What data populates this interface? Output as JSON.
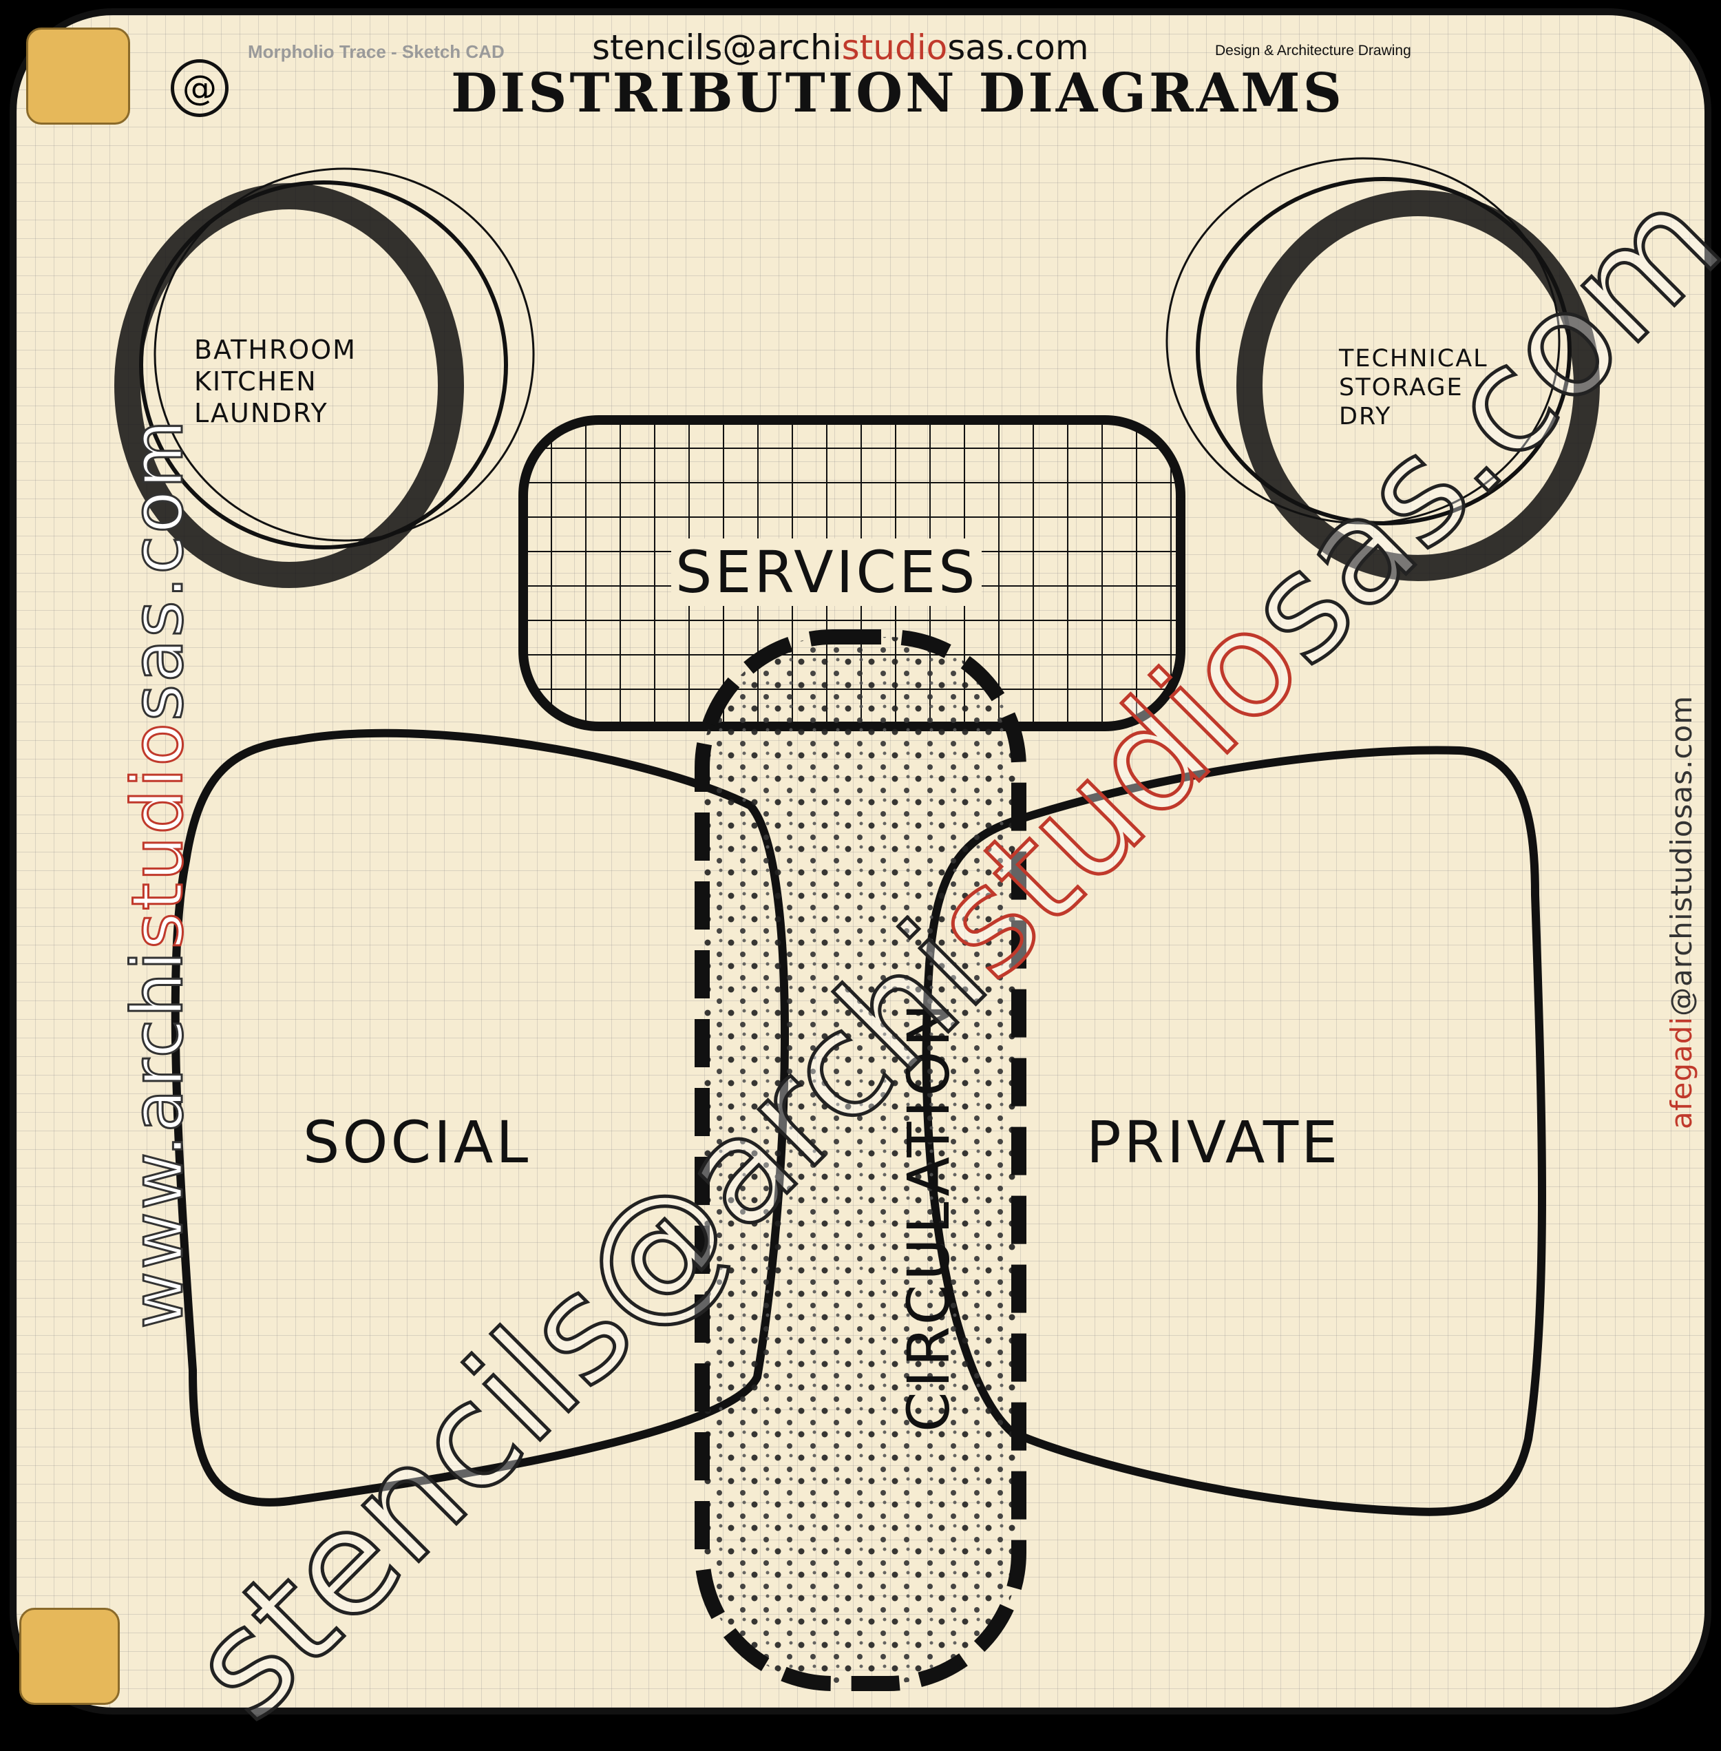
{
  "header": {
    "app_name": "Morpholio Trace - Sketch CAD",
    "email_prefix": "stencils@",
    "email_black1": "archi",
    "email_red": "studio",
    "email_black2": "sas.com",
    "tagline": "Design & Architecture Drawing",
    "title": "DISTRIBUTION  DIAGRAMS",
    "at_symbol": "@"
  },
  "zones": {
    "left_circle_lines": [
      "BATHROOM",
      "KITCHEN",
      "LAUNDRY"
    ],
    "right_circle_lines": [
      "TECHNICAL",
      "STORAGE",
      "DRY"
    ],
    "services": "SERVICES",
    "social": "SOCIAL",
    "private": "PRIVATE",
    "circulation": "CIRCULATION"
  },
  "side_text": {
    "left_black1": "www.archi",
    "left_red": "studio",
    "left_black2": "sas.com",
    "right_red": "afegadi",
    "right_black": "@archistudiosas.com"
  },
  "watermark": {
    "black1": "stencils@archi",
    "red": "studio",
    "black2": "sas.com"
  }
}
